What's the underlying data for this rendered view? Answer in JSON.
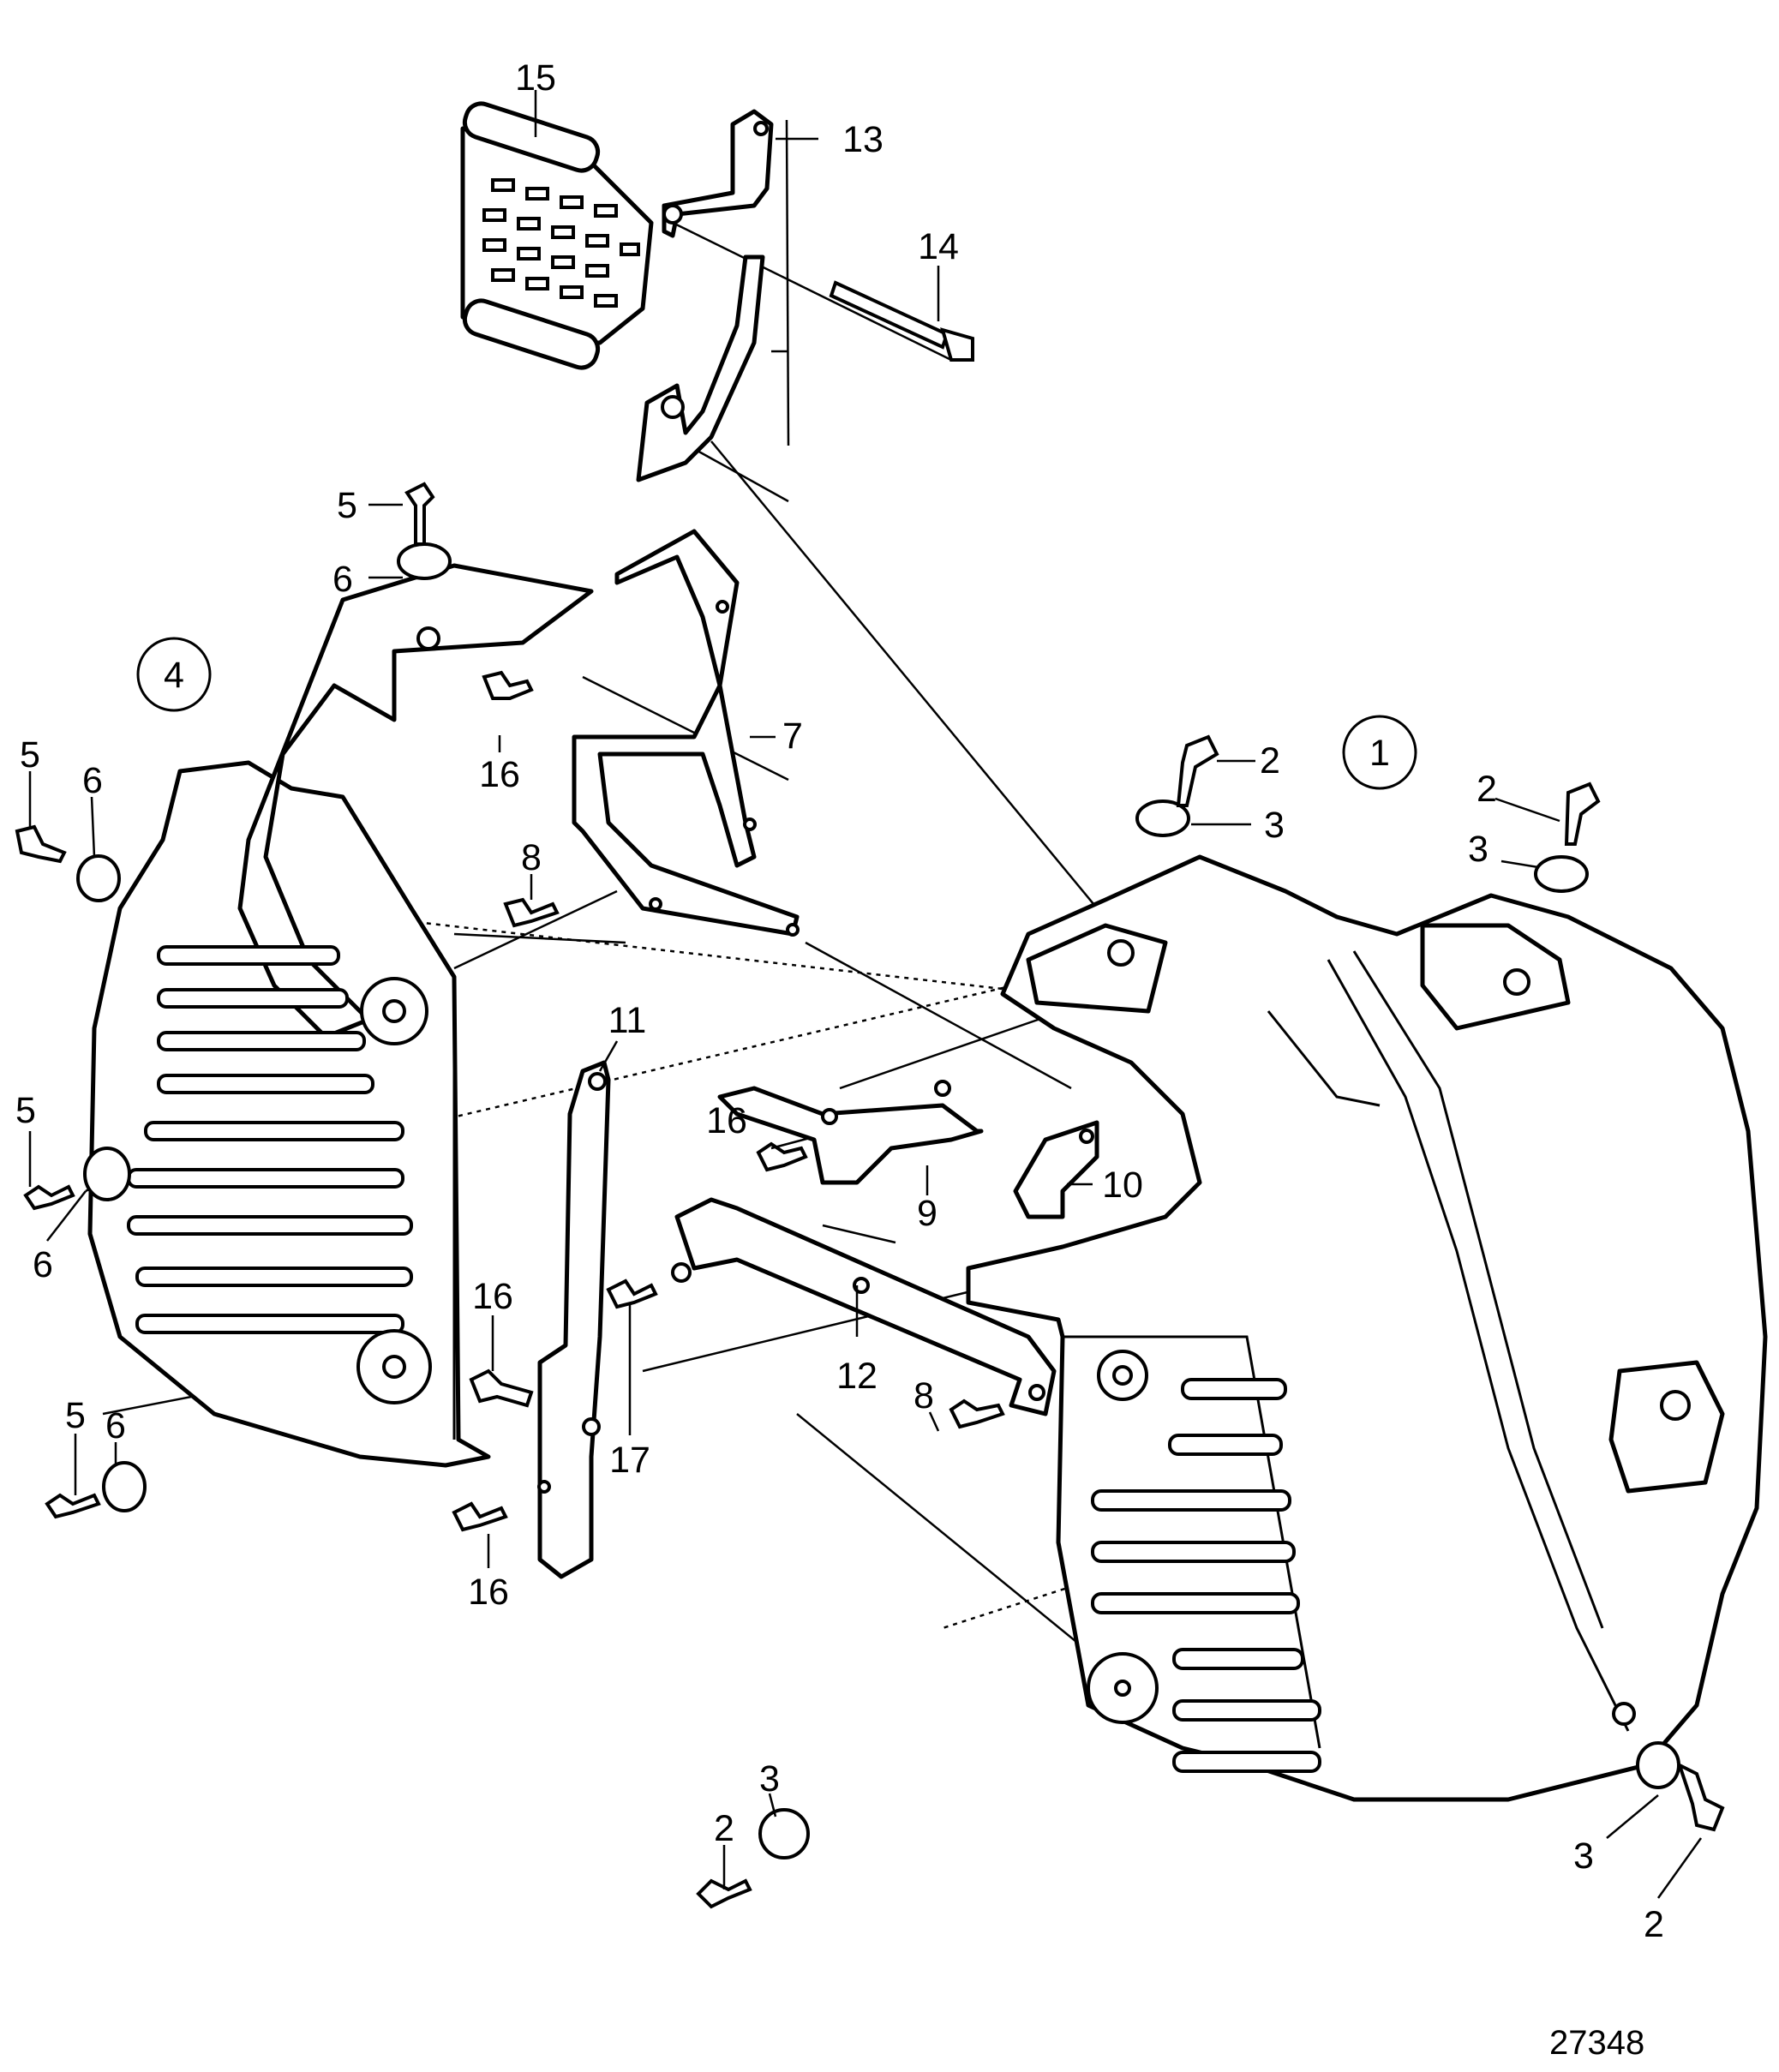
{
  "figure_number": "27348",
  "callouts": [
    {
      "id": "c1",
      "text": "1",
      "circled": true
    },
    {
      "id": "c4",
      "text": "4",
      "circled": true
    },
    {
      "id": "c2a",
      "text": "2"
    },
    {
      "id": "c2b",
      "text": "2"
    },
    {
      "id": "c2c",
      "text": "2"
    },
    {
      "id": "c2d",
      "text": "2"
    },
    {
      "id": "c3a",
      "text": "3"
    },
    {
      "id": "c3b",
      "text": "3"
    },
    {
      "id": "c3c",
      "text": "3"
    },
    {
      "id": "c3d",
      "text": "3"
    },
    {
      "id": "c5a",
      "text": "5"
    },
    {
      "id": "c5b",
      "text": "5"
    },
    {
      "id": "c5c",
      "text": "5"
    },
    {
      "id": "c5d",
      "text": "5"
    },
    {
      "id": "c6a",
      "text": "6"
    },
    {
      "id": "c6b",
      "text": "6"
    },
    {
      "id": "c6c",
      "text": "6"
    },
    {
      "id": "c6d",
      "text": "6"
    },
    {
      "id": "c7",
      "text": "7"
    },
    {
      "id": "c8a",
      "text": "8"
    },
    {
      "id": "c8b",
      "text": "8"
    },
    {
      "id": "c9",
      "text": "9"
    },
    {
      "id": "c10",
      "text": "10"
    },
    {
      "id": "c11",
      "text": "11"
    },
    {
      "id": "c12",
      "text": "12"
    },
    {
      "id": "c13",
      "text": "13"
    },
    {
      "id": "c14",
      "text": "14"
    },
    {
      "id": "c15",
      "text": "15"
    },
    {
      "id": "c16a",
      "text": "16"
    },
    {
      "id": "c16b",
      "text": "16"
    },
    {
      "id": "c16c",
      "text": "16"
    },
    {
      "id": "c16d",
      "text": "16"
    },
    {
      "id": "c17",
      "text": "17"
    }
  ]
}
